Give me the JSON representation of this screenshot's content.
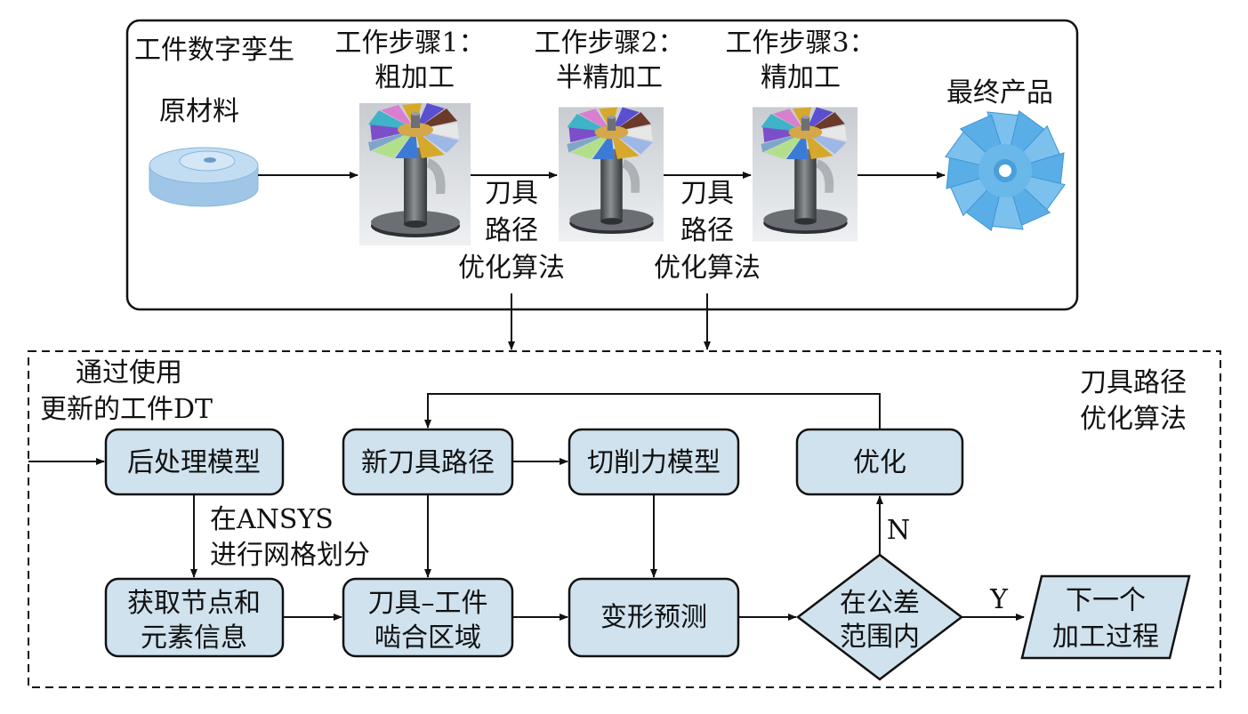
{
  "top_panel": {
    "title": "工件数字孪生",
    "raw_material": "原材料",
    "step1": [
      "工作步骤1：",
      "粗加工"
    ],
    "step2": [
      "工作步骤2：",
      "半精加工"
    ],
    "step3": [
      "工作步骤3：",
      "精加工"
    ],
    "final_product": "最终产品",
    "opt_label": [
      "刀具",
      "路径",
      "优化算法"
    ]
  },
  "bottom_panel": {
    "input_label": [
      "通过使用",
      "更新的工件DT"
    ],
    "panel_title": [
      "刀具路径",
      "优化算法"
    ],
    "nodes": {
      "post_model": "后处理模型",
      "new_path": "新刀具路径",
      "cutting_force": "切削力模型",
      "optimize": "优化",
      "node_info": [
        "获取节点和",
        "元素信息"
      ],
      "engage_zone": [
        "刀具–工件",
        "啮合区域"
      ],
      "deform_pred": "变形预测",
      "tolerance": [
        "在公差",
        "范围内"
      ],
      "next_process": [
        "下一个",
        "加工过程"
      ]
    },
    "mesh_label": [
      "在ANSYS",
      "进行网格划分"
    ],
    "yes_label": "Y",
    "no_label": "N"
  },
  "colors": {
    "box_fill": "#cfe2ee",
    "material_blue": "#a9cdea",
    "product_blue": "#5aaee8"
  }
}
